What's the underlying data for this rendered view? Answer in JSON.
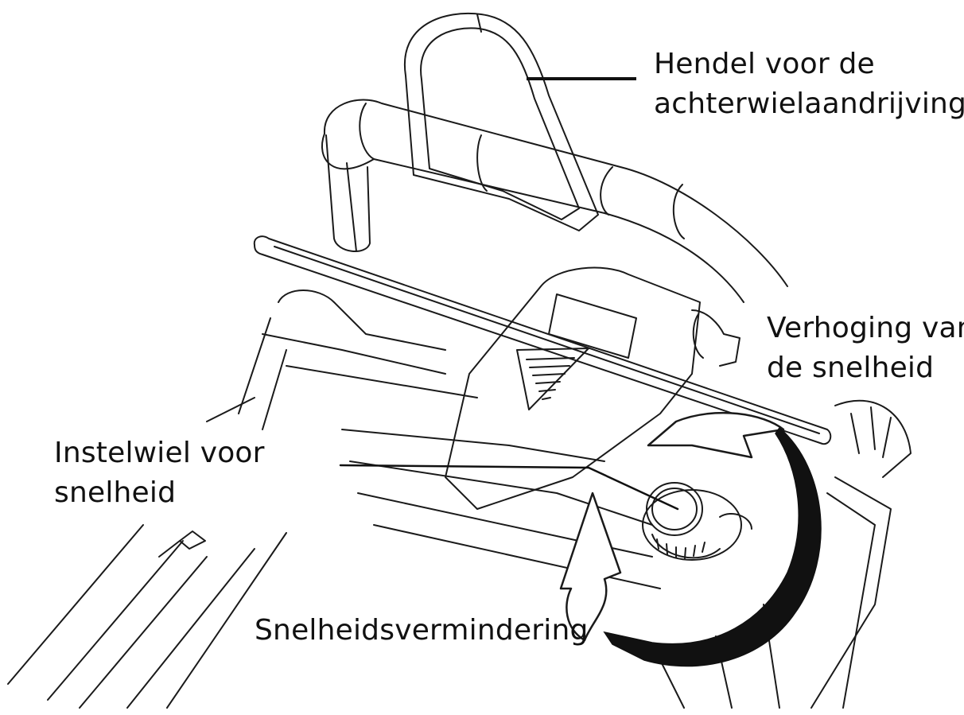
{
  "labels": {
    "drive_lever": [
      "Hendel voor de",
      "achterwielaandrijving"
    ],
    "speed_increase": [
      "Verhoging van",
      "de snelheid"
    ],
    "speed_dial": [
      "Instelwiel voor",
      "snelheid"
    ],
    "speed_decrease": "Snelheidsvermindering"
  },
  "colors": {
    "ink": "#111111",
    "background": "#ffffff"
  }
}
